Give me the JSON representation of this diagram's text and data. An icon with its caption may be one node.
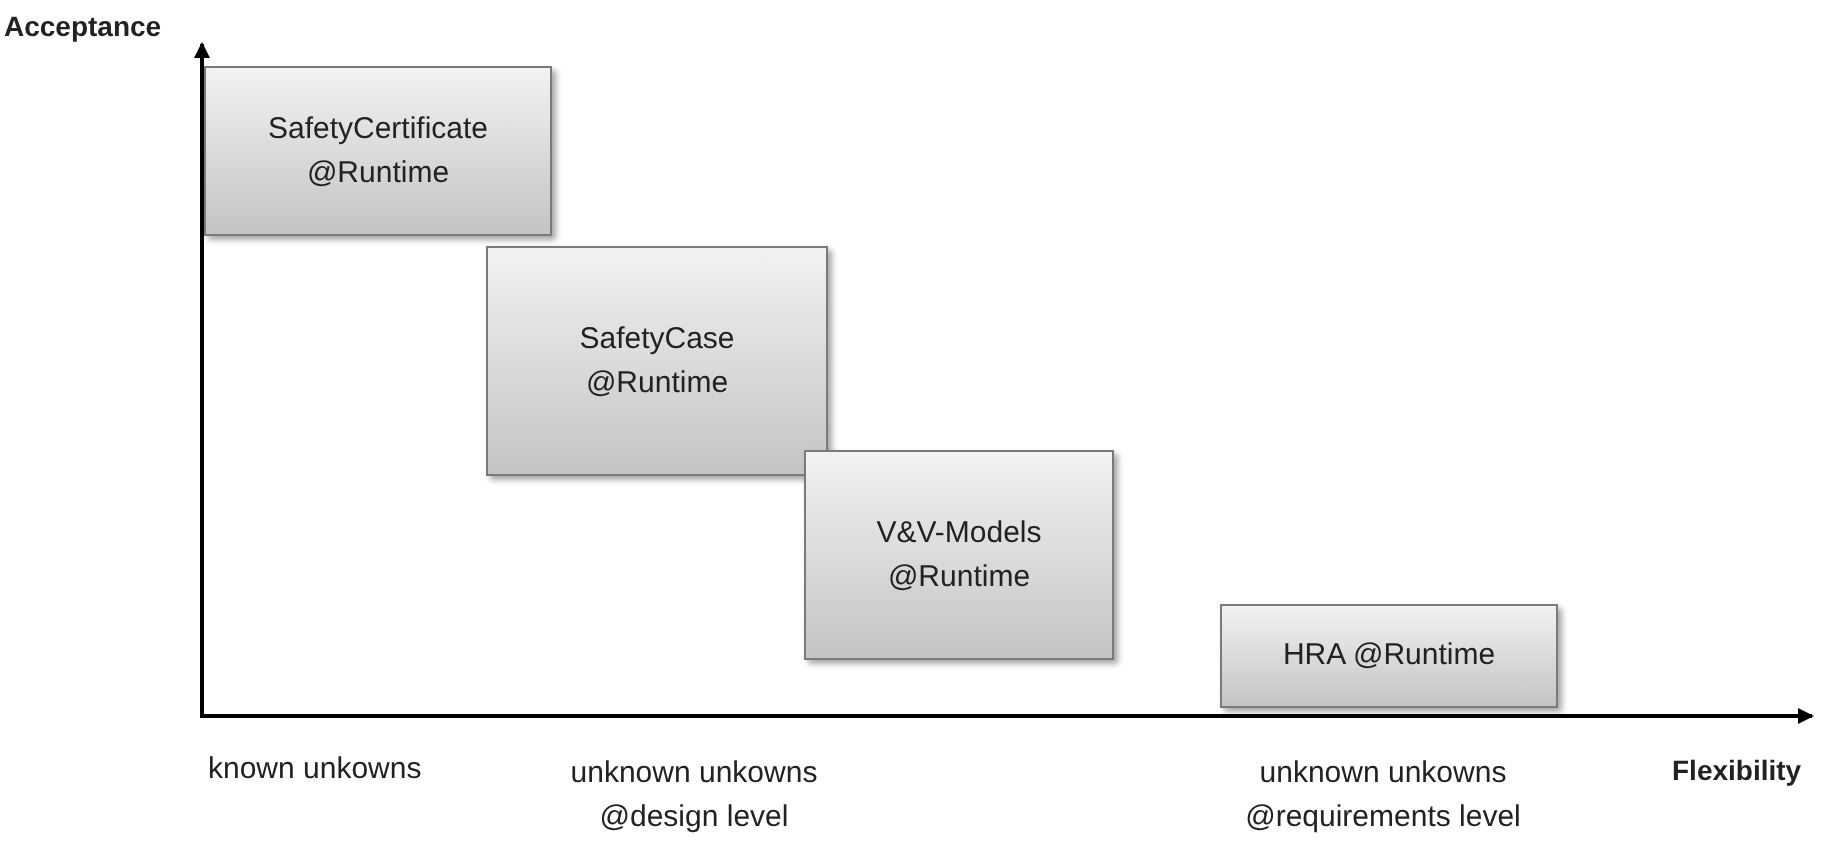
{
  "diagram": {
    "nodes": [
      {
        "text": [
          "SafetyCertificate @Runtime"
        ]
      },
      {
        "text": [
          "SafetyCase @Runtime"
        ]
      },
      {
        "text": [
          "V&V-Models @Runtime"
        ]
      },
      {
        "text": [
          "HRA @Runtime"
        ]
      }
    ],
    "labels": [
      "Acceptance",
      "known unkowns",
      "unknown unkowns @design level",
      "unknown unkowns @requirements level",
      "Flexibility"
    ]
  }
}
